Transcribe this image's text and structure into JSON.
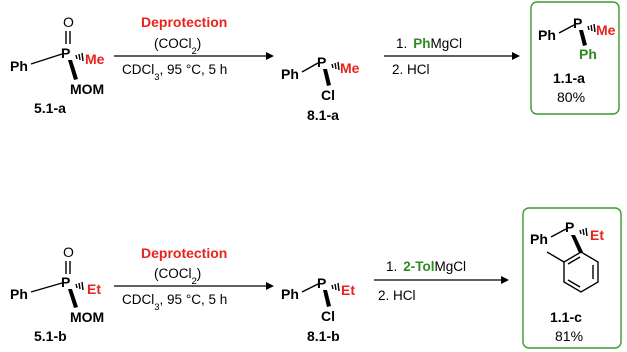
{
  "row1": {
    "sm": {
      "ph": "Ph",
      "o": "O",
      "p": "P",
      "me": "Me",
      "mom": "MOM",
      "id": "5.1-a"
    },
    "step1": {
      "title": "Deprotection",
      "reagent_main": "(COCl",
      "reagent_sub": "2",
      "reagent_close": ")",
      "cond_a": "CDCl",
      "cond_sub": "3",
      "cond_b": ", 95 °C, 5 h"
    },
    "int": {
      "ph": "Ph",
      "p": "P",
      "me": "Me",
      "cl": "Cl",
      "id": "8.1-a"
    },
    "step2": {
      "line1_num": "1.",
      "line1_hl": "Ph",
      "line1_rest": "MgCl",
      "line2": "2. HCl"
    },
    "prod": {
      "ph": "Ph",
      "p": "P",
      "me": "Me",
      "ph2": "Ph",
      "id": "1.1-a",
      "yield": "80%"
    }
  },
  "row2": {
    "sm": {
      "ph": "Ph",
      "o": "O",
      "p": "P",
      "et": "Et",
      "mom": "MOM",
      "id": "5.1-b"
    },
    "step1": {
      "title": "Deprotection",
      "reagent_main": "(COCl",
      "reagent_sub": "2",
      "reagent_close": ")",
      "cond_a": "CDCl",
      "cond_sub": "3",
      "cond_b": ", 95 °C, 5 h"
    },
    "int": {
      "ph": "Ph",
      "p": "P",
      "et": "Et",
      "cl": "Cl",
      "id": "8.1-b"
    },
    "step2": {
      "line1_num": "1.",
      "line1_hl": "2-Tol",
      "line1_rest": "MgCl",
      "line2": "2. HCl"
    },
    "prod": {
      "ph": "Ph",
      "p": "P",
      "et": "Et",
      "id": "1.1-c",
      "yield": "81%"
    }
  },
  "colors": {
    "highlight_red": "#e8231c",
    "highlight_green": "#2e8b22",
    "box_green": "#3a9a2e"
  }
}
